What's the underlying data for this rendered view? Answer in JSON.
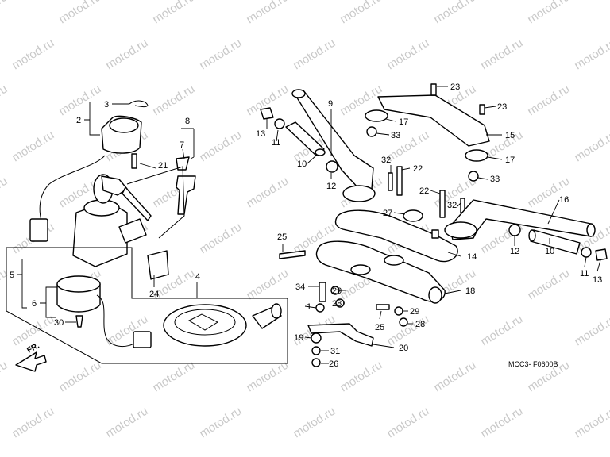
{
  "watermark": "motod.ru",
  "diagram_code": "MCC3- F0600B",
  "direction_label": "FR.",
  "callouts": [
    "1",
    "2",
    "3",
    "4",
    "5",
    "6",
    "7",
    "8",
    "9",
    "10",
    "10",
    "11",
    "11",
    "12",
    "12",
    "13",
    "13",
    "14",
    "15",
    "16",
    "17",
    "17",
    "18",
    "19",
    "20",
    "21",
    "22",
    "22",
    "23",
    "23",
    "24",
    "25",
    "25",
    "26",
    "27",
    "28",
    "28",
    "29",
    "29",
    "30",
    "31",
    "32",
    "32",
    "33",
    "33",
    "34"
  ],
  "colors": {
    "ink": "#000000",
    "watermark": "#c9c9c9",
    "paper": "#ffffff"
  }
}
